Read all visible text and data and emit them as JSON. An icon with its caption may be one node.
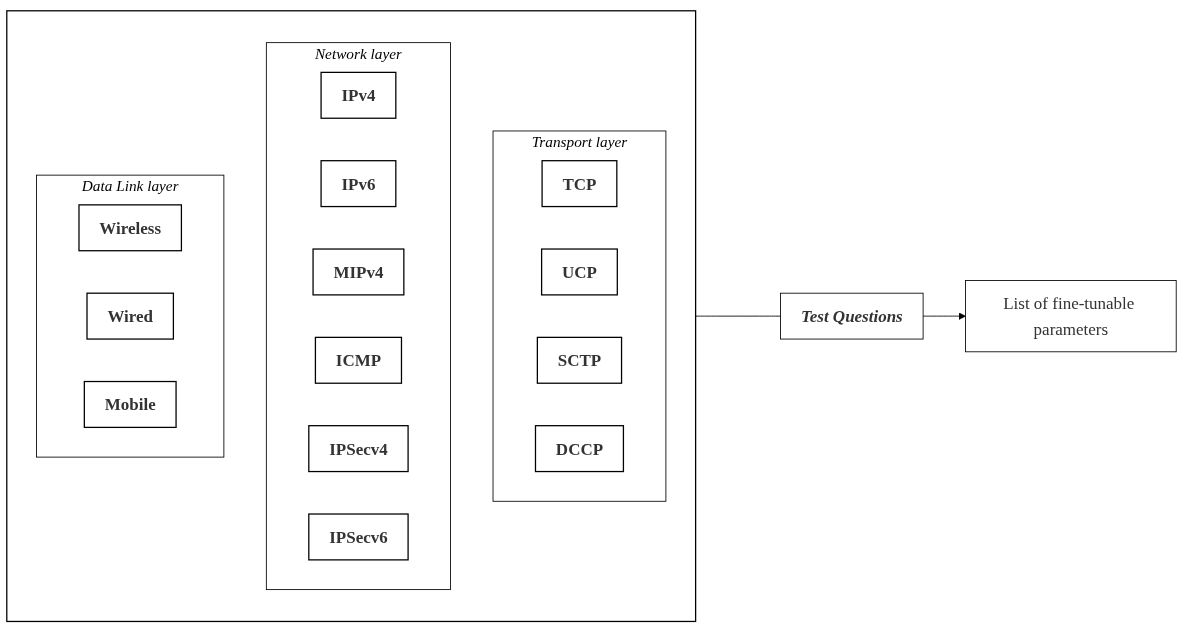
{
  "diagram": {
    "nodes": [
      {
        "text": [],
        "shape": "box"
      },
      {
        "text": [
          "Transport layer"
        ],
        "in": 0
      },
      {
        "text": [
          "TCP"
        ],
        "in": 1
      },
      {
        "text": [
          "UCP"
        ],
        "in": 1
      },
      {
        "text": [
          "SCTP"
        ],
        "in": 1
      },
      {
        "text": [
          "DCCP"
        ],
        "in": 1
      },
      {
        "text": [
          "Network layer"
        ],
        "in": 0
      },
      {
        "text": [
          "IPv4"
        ],
        "in": 6
      },
      {
        "text": [
          "IPv6"
        ],
        "in": 6
      },
      {
        "text": [
          "MIPv4"
        ],
        "in": 6
      },
      {
        "text": [
          "ICMP"
        ],
        "in": 6
      },
      {
        "text": [
          "IPSecv4"
        ],
        "in": 6
      },
      {
        "text": [
          "IPSecv6"
        ],
        "in": 6
      },
      {
        "text": [
          "Data Link layer"
        ],
        "in": 0
      },
      {
        "text": [
          "Wireless"
        ],
        "in": 13
      },
      {
        "text": [
          "Wired"
        ],
        "in": 13
      },
      {
        "text": [
          "Mobile"
        ],
        "in": 13
      },
      {
        "text": [
          "Test Questions"
        ]
      },
      {
        "text": [
          "List of fine-tunable parameters"
        ]
      }
    ],
    "edges": [
      {
        "from": 0,
        "to": 17,
        "arrow": "none"
      },
      {
        "from": 17,
        "to": 18,
        "arrow": "to"
      }
    ]
  }
}
